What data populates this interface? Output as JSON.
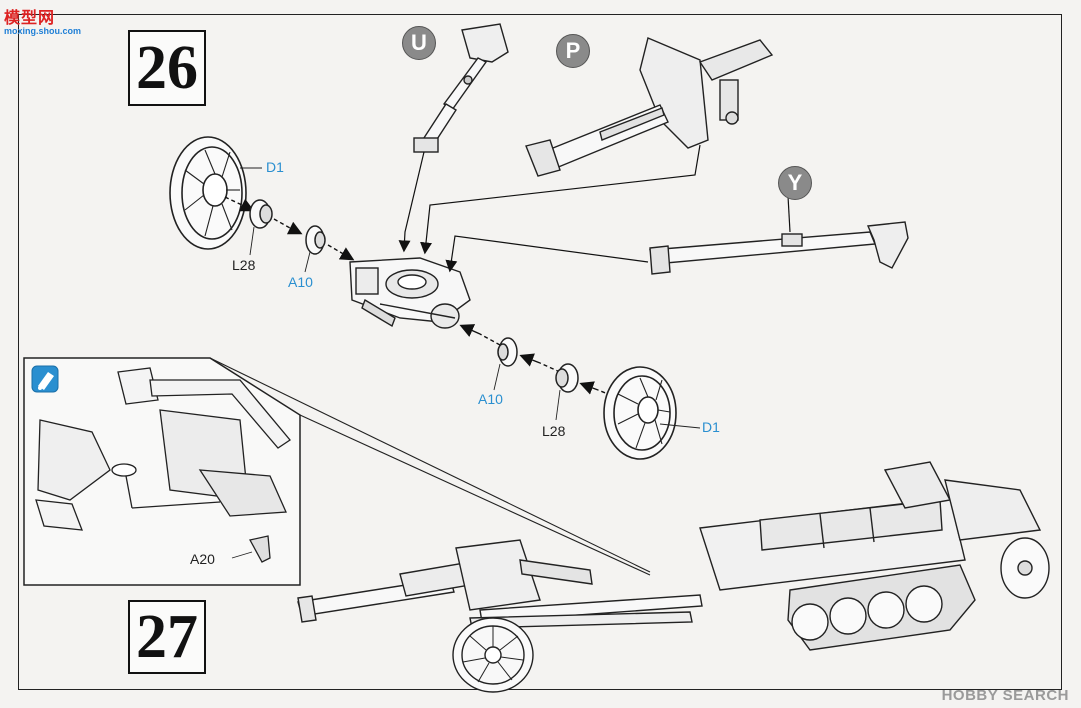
{
  "watermarks": {
    "site_name": "模型网",
    "site_url": "moxing.shou.com",
    "bottom_right": "HOBBY SEARCH"
  },
  "steps": [
    {
      "number": "26"
    },
    {
      "number": "27"
    }
  ],
  "callout_badges": [
    {
      "letter": "U"
    },
    {
      "letter": "P"
    },
    {
      "letter": "Y"
    }
  ],
  "part_labels": {
    "d1_top": "D1",
    "l28_top": "L28",
    "a10_top": "A10",
    "a10_bottom": "A10",
    "l28_bottom": "L28",
    "d1_bottom": "D1",
    "a20": "A20"
  },
  "colors": {
    "label_blue": "#2a8fd0",
    "badge_gray": "#8a8a8a",
    "glue_icon_blue": "#2a8fd0"
  },
  "icons": [
    "glue-icon",
    "assembly-arrow-icon"
  ]
}
